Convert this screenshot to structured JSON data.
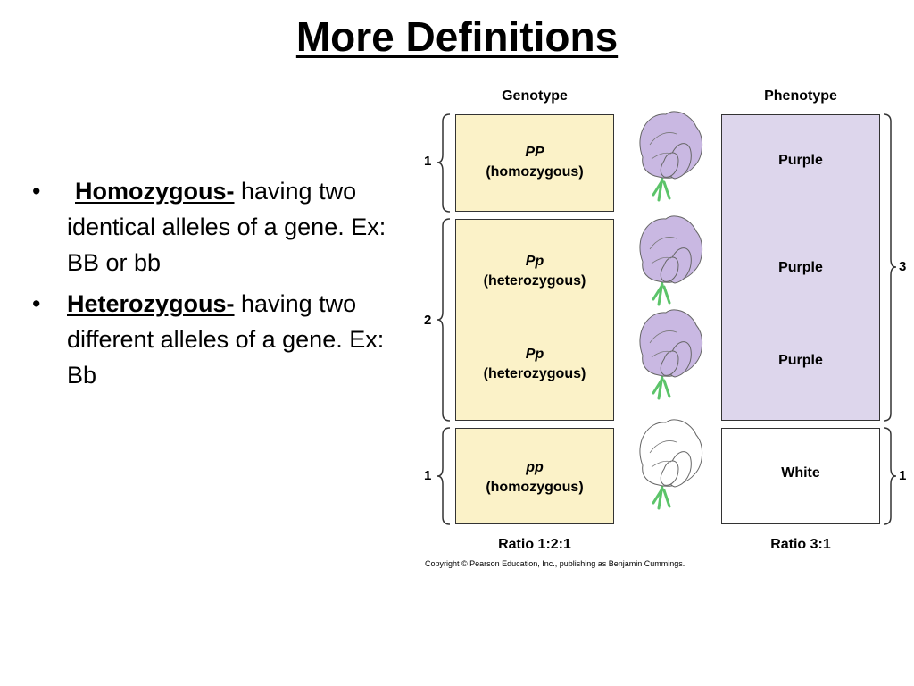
{
  "title": "More Definitions",
  "bullets": [
    {
      "marker": "•",
      "term": "Homozygous-",
      "text": " having two identical alleles of a gene. Ex: BB or bb"
    },
    {
      "marker": "•",
      "term": "Heterozygous-",
      "text": " having two different alleles of a gene. Ex: Bb"
    }
  ],
  "figure": {
    "genotype_header": "Genotype",
    "phenotype_header": "Phenotype",
    "rows": [
      {
        "genotype": "PP",
        "zygosity": "(homozygous)",
        "phenotype": "Purple",
        "flower_color": "purple"
      },
      {
        "genotype": "Pp",
        "zygosity": "(heterozygous)",
        "phenotype": "Purple",
        "flower_color": "purple"
      },
      {
        "genotype": "Pp",
        "zygosity": "(heterozygous)",
        "phenotype": "Purple",
        "flower_color": "purple"
      },
      {
        "genotype": "pp",
        "zygosity": "(homozygous)",
        "phenotype": "White",
        "flower_color": "white"
      }
    ],
    "genotype_counts": [
      "1",
      "2",
      "1"
    ],
    "phenotype_counts": [
      "3",
      "1"
    ],
    "genotype_ratio": "Ratio 1:2:1",
    "phenotype_ratio": "Ratio 3:1",
    "copyright": "Copyright © Pearson Education, Inc., publishing as Benjamin Cummings.",
    "colors": {
      "genotype_fill": "#fbf2c8",
      "purple_fill": "#ddd6ec",
      "flower_purple": "#c9b8e2",
      "flower_white": "#ffffff",
      "stem_green": "#5cc46a"
    }
  }
}
